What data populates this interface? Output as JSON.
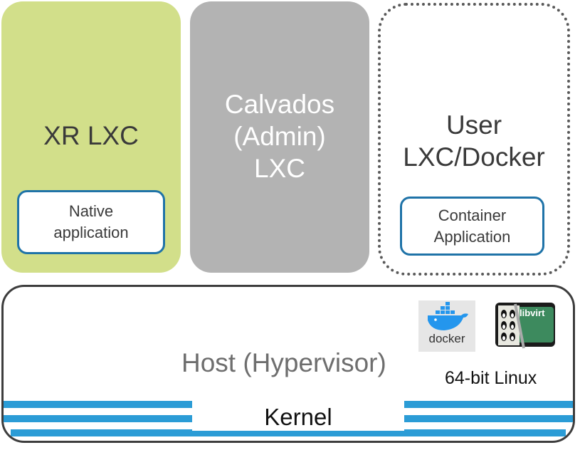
{
  "xr_lxc": {
    "title": "XR LXC",
    "app": "Native\napplication"
  },
  "calvados": {
    "title": "Calvados\n(Admin)\nLXC"
  },
  "user_lxc": {
    "title": "User\nLXC/Docker",
    "app": "Container\nApplication"
  },
  "host": {
    "label": "Host (Hypervisor)",
    "os_label": "64-bit Linux",
    "kernel_label": "Kernel",
    "logos": {
      "docker": "docker",
      "libvirt": "libvirt"
    }
  },
  "colors": {
    "xr": "#d2df8a",
    "calvados": "#b3b3b3",
    "accent": "#1f73a8",
    "kernel_stripes": "#2b9cd6"
  }
}
